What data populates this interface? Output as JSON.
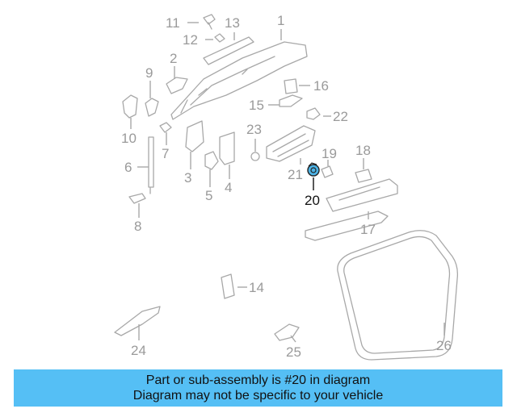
{
  "diagram": {
    "callouts": [
      "1",
      "2",
      "3",
      "4",
      "5",
      "6",
      "7",
      "8",
      "9",
      "10",
      "11",
      "12",
      "13",
      "14",
      "15",
      "16",
      "17",
      "18",
      "19",
      "20",
      "21",
      "22",
      "23",
      "24",
      "25",
      "26"
    ],
    "highlighted_part": "20",
    "highlight_color": "#4db3e6"
  },
  "banner": {
    "line1": "Part or sub-assembly is #20 in diagram",
    "line2": "Diagram may not be specific to your vehicle",
    "background": "#55bff5"
  }
}
